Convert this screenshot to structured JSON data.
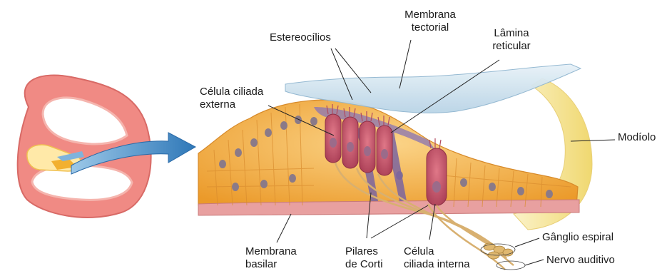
{
  "labels": {
    "estereocilios": "Estereocílios",
    "membrana_tectorial": "Membrana\ntectorial",
    "lamina_reticular": "Lâmina\nreticular",
    "celula_ciliada_externa": "Célula ciliada\nexterna",
    "modiolo": "Modíolo",
    "membrana_basilar": "Membrana\nbasilar",
    "pilares_de_corti": "Pilares\nde Corti",
    "celula_ciliada_interna": "Célula\nciliada interna",
    "ganglio_espiral": "Gânglio espiral",
    "nervo_auditivo": "Nervo auditivo"
  },
  "colors": {
    "cochlea_outer": "#f08a84",
    "cochlea_inner": "#f5b5ae",
    "arrow_blue": "#3b86c4",
    "tectorial_membrane": "#d6e7f2",
    "cell_tissue": "#f3a93a",
    "cell_light": "#f7c76b",
    "hair_cell": "#c7566a",
    "nucleus": "#8a7a88",
    "basilar_membrane": "#e8a0a0",
    "nerve": "#d8b070",
    "modiolus": "#f5e6a0",
    "leader_line": "#222222"
  }
}
